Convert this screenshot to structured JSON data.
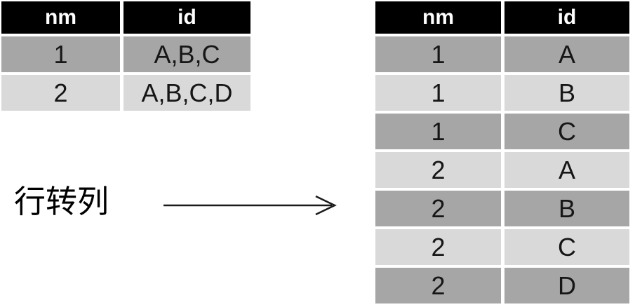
{
  "label": {
    "text": "行转列"
  },
  "colors": {
    "header_bg": "#000000",
    "header_text": "#ffffff",
    "row_dark": "#a6a6a6",
    "row_light": "#d9d9d9",
    "cell_text": "#161616",
    "arrow": "#1a1a1a"
  },
  "source_table": {
    "columns": [
      "nm",
      "id"
    ],
    "rows": [
      {
        "nm": "1",
        "id": "A,B,C",
        "shade": "dark"
      },
      {
        "nm": "2",
        "id": "A,B,C,D",
        "shade": "light"
      }
    ]
  },
  "result_table": {
    "columns": [
      "nm",
      "id"
    ],
    "rows": [
      {
        "nm": "1",
        "id": "A",
        "shade": "dark"
      },
      {
        "nm": "1",
        "id": "B",
        "shade": "light"
      },
      {
        "nm": "1",
        "id": "C",
        "shade": "dark"
      },
      {
        "nm": "2",
        "id": "A",
        "shade": "light"
      },
      {
        "nm": "2",
        "id": "B",
        "shade": "dark"
      },
      {
        "nm": "2",
        "id": "C",
        "shade": "light"
      },
      {
        "nm": "2",
        "id": "D",
        "shade": "dark"
      }
    ]
  }
}
